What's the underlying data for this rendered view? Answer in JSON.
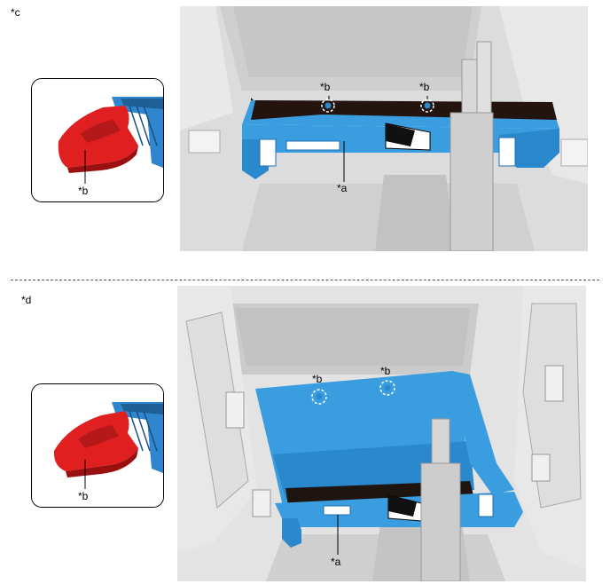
{
  "sections": [
    {
      "tag": "*c",
      "main_labels": {
        "a": "*a",
        "b1": "*b",
        "b2": "*b"
      },
      "inset_label": "*b"
    },
    {
      "tag": "*d",
      "main_labels": {
        "a": "*a",
        "b1": "*b",
        "b2": "*b"
      },
      "inset_label": "*b"
    }
  ],
  "colors": {
    "part_blue": "#3a9de0",
    "part_blue_dark": "#1e6fb0",
    "clip_red": "#e02020",
    "housing_gray": "#d4d4d4",
    "background_gray": "#e6e6e6"
  }
}
